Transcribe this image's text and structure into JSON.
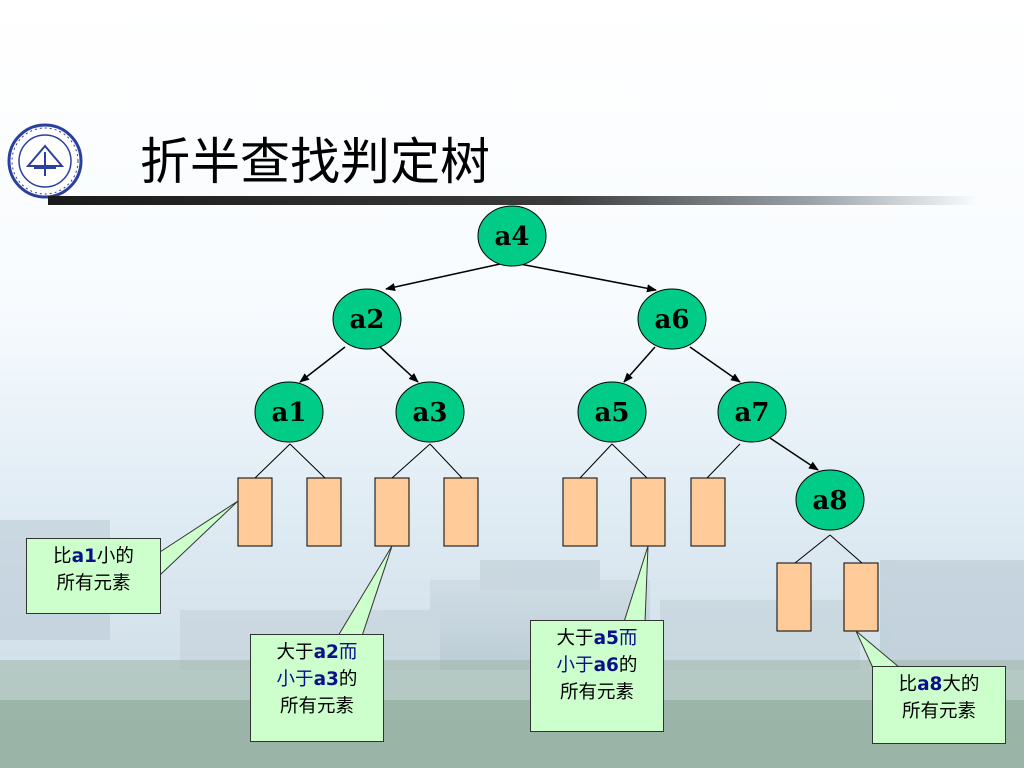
{
  "slide": {
    "title": "折半查找判定树",
    "logo_name": "xidian-university-seal"
  },
  "tree": {
    "nodes": [
      {
        "id": "a4",
        "label": "a4"
      },
      {
        "id": "a2",
        "label": "a2"
      },
      {
        "id": "a6",
        "label": "a6"
      },
      {
        "id": "a1",
        "label": "a1"
      },
      {
        "id": "a3",
        "label": "a3"
      },
      {
        "id": "a5",
        "label": "a5"
      },
      {
        "id": "a7",
        "label": "a7"
      },
      {
        "id": "a8",
        "label": "a8"
      }
    ],
    "edges": [
      [
        "a4",
        "a2"
      ],
      [
        "a4",
        "a6"
      ],
      [
        "a2",
        "a1"
      ],
      [
        "a2",
        "a3"
      ],
      [
        "a6",
        "a5"
      ],
      [
        "a6",
        "a7"
      ],
      [
        "a7",
        "a8"
      ]
    ],
    "failure_leaf_count": 9
  },
  "callouts": {
    "c1": {
      "p1": "比",
      "b1": "a1",
      "p2": "小的",
      "line2": "所有元素"
    },
    "c2": {
      "p1": "大于",
      "b1": "a2",
      "p2": "而",
      "p3": "小于",
      "b2": "a3",
      "p4": "的",
      "line3": "所有元素"
    },
    "c3": {
      "p1": "大于",
      "b1": "a5",
      "p2": "而",
      "p3": "小于",
      "b2": "a6",
      "p4": "的",
      "line3": "所有元素"
    },
    "c4": {
      "p1": "比",
      "b1": "a8",
      "p2": "大的",
      "line2": "所有元素"
    }
  },
  "colors": {
    "node_fill": "#00cc88",
    "leaf_fill": "#ffcc99",
    "callout_fill": "#ccffcc",
    "highlight_text": "#0b0f8a"
  }
}
